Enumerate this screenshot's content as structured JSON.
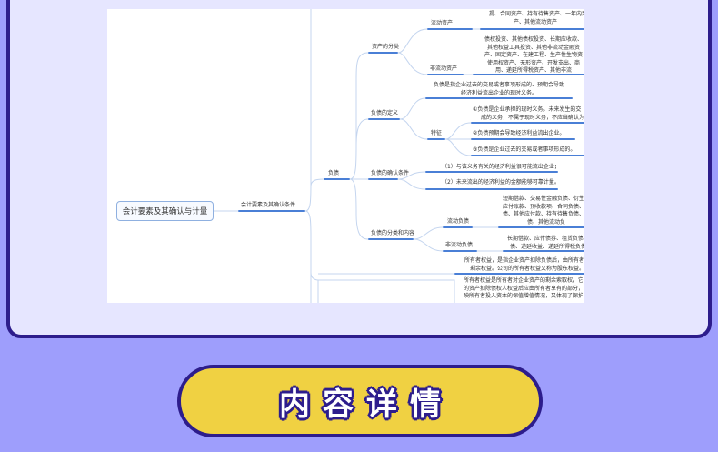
{
  "mindmap": {
    "root": "会计要素及其确认与计量",
    "branch": "会计要素及其确认条件",
    "liability": "负债",
    "asset_class": {
      "label": "资产的分类",
      "current": {
        "label": "流动资产",
        "lines": [
          "…提、合同资产、持有待售资产、一年内到",
          "产、其他流动资产"
        ]
      },
      "noncurrent": {
        "label": "非流动资产",
        "lines": [
          "债权投资、其他债权投资、长期应收款、",
          "其他权益工具投资、其他非流动金融资",
          "产、固定资产、在建工程、生产性生物资",
          "使用权资产、无形资产、开发支出、商",
          "用、递延所得税资产、其他非流"
        ]
      }
    },
    "liab_def": {
      "label": "负债的定义",
      "text": [
        "负债是指企业过去的交易或者事项形成的、预期会导致",
        "经济利益流出企业的现时义务。"
      ],
      "feature": {
        "label": "特征",
        "items": [
          [
            "①负债是企业承担的现时义务。未来发生的交",
            "成的义务，不属于现时义务，不应当确认为"
          ],
          [
            "②负债预期会导致经济利益流出企业。"
          ],
          [
            "③负债是企业过去的交易或者事项形成的。"
          ]
        ]
      }
    },
    "liab_recog": {
      "label": "负债的确认条件",
      "items": [
        "（1）与该义务有关的经济利益很可能流出企业；",
        "（2）未来流出的经济利益的金额能够可靠计量。"
      ]
    },
    "liab_class": {
      "label": "负债的分类和内容",
      "current": {
        "label": "流动负债",
        "lines": [
          "短期借款、交易性金融负债、衍生金",
          "应付账款、预收款项、合同负债、应",
          "债、其他应付款、持有待售负债、一",
          "债、其他流动负"
        ]
      },
      "noncurrent": {
        "label": "非流动负债",
        "lines": [
          "长期借款、应付债券、租赁负债、",
          "债、递延收益、递延所得税负债"
        ]
      }
    },
    "equity": {
      "def": [
        "所有者权益，是指企业资产扣除负债后，由所有者享",
        "剩余权益。公司的所有者权益又称为股东权益。"
      ],
      "desc": [
        "所有者权益是所有者对企业资产的剩余索取权，它",
        "的资产扣除债权人权益后应由所有者享有的部分，",
        "映所有者投入资本的保值增值情况，又体现了保护"
      ]
    }
  },
  "button": {
    "label": "内容详情"
  }
}
